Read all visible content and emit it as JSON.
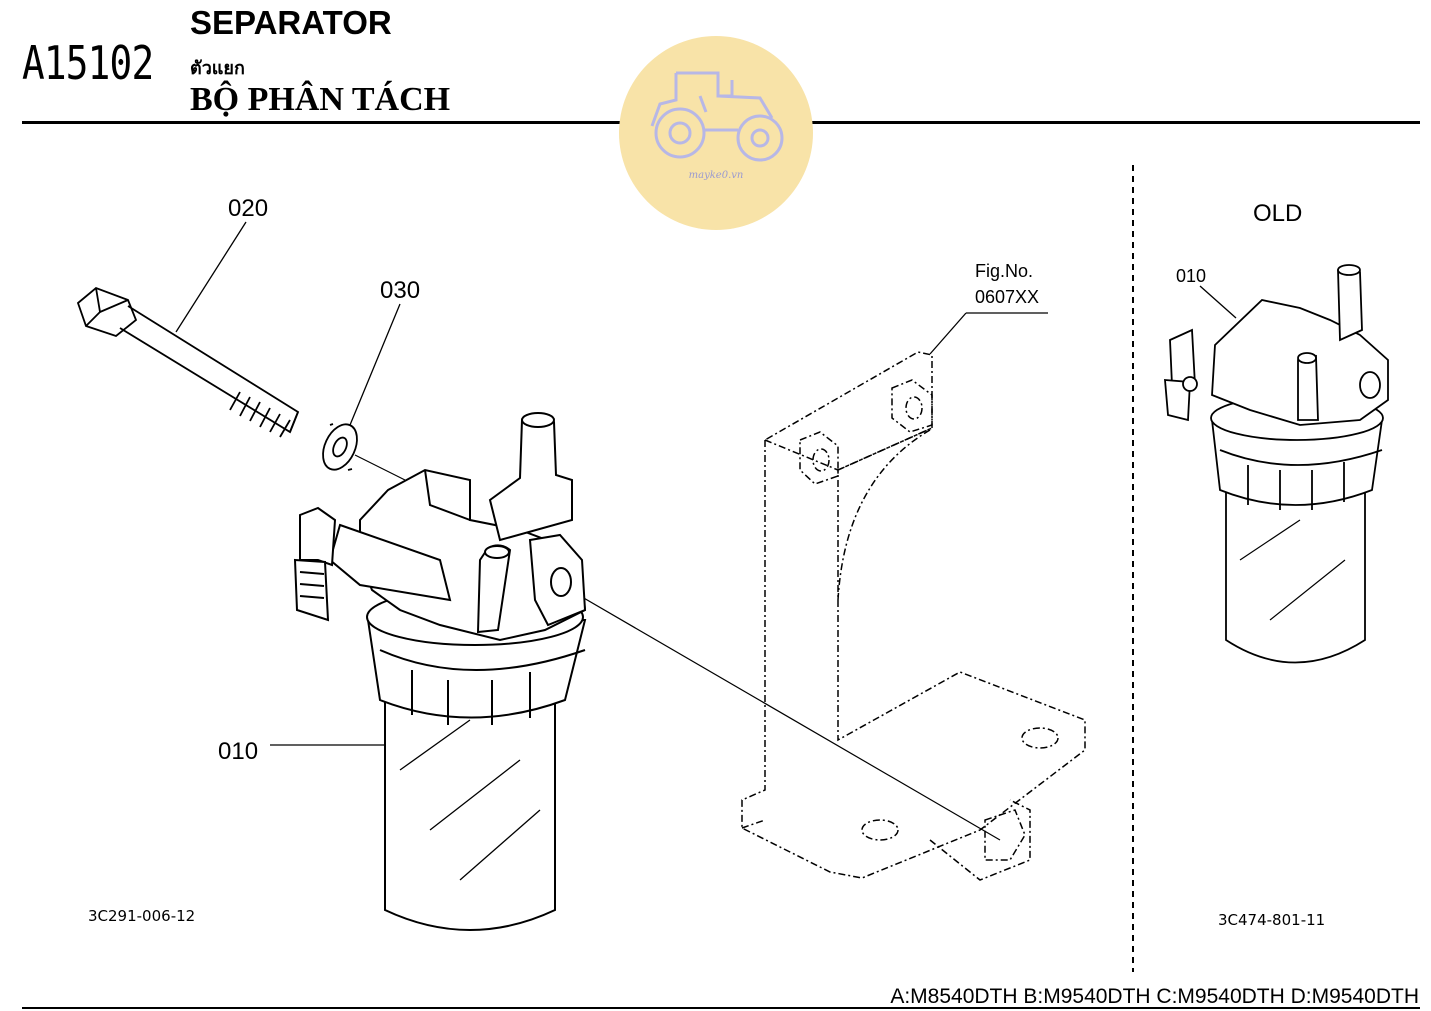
{
  "header": {
    "code": "A15102",
    "title_en": "SEPARATOR",
    "title_th": "ตัวแยก",
    "title_vi": "BỘ PHÂN TÁCH"
  },
  "watermark": {
    "text": "mayke0.vn",
    "icon": "tractor-icon",
    "color": "#f8e3a8"
  },
  "diagram": {
    "part_labels": {
      "bolt": "020",
      "washer": "030",
      "separator": "010"
    },
    "figure_ref": {
      "line1": "Fig.No.",
      "line2": "0607XX"
    },
    "old_panel": {
      "heading": "OLD",
      "label": "010"
    },
    "illustration_codes": {
      "main": "3C291-006-12",
      "old": "3C474-801-11"
    }
  },
  "footer": {
    "models": "A:M8540DTH B:M9540DTH C:M9540DTH D:M9540DTH"
  }
}
